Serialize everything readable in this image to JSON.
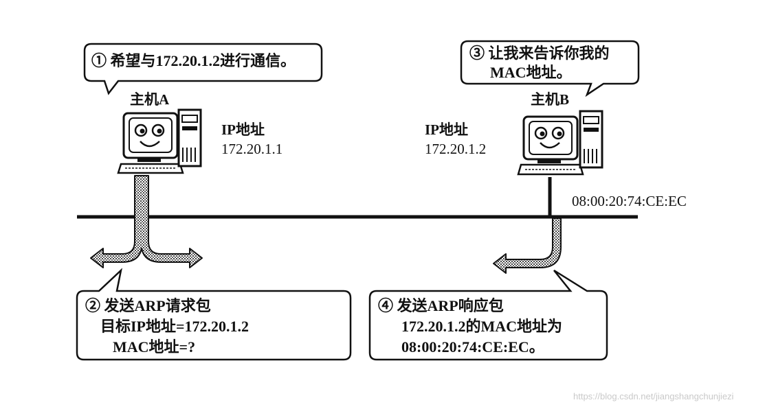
{
  "bubbles": {
    "step1": {
      "text": "① 希望与172.20.1.2进行通信。"
    },
    "step2": {
      "line1": "② 发送ARP请求包",
      "line2": "目标IP地址=172.20.1.2",
      "line3": "MAC地址=?"
    },
    "step3": {
      "line1": "③ 让我来告诉你我的",
      "line2": "MAC地址。"
    },
    "step4": {
      "line1": "④ 发送ARP响应包",
      "line2": "172.20.1.2的MAC地址为",
      "line3": "08:00:20:74:CE:EC。"
    }
  },
  "host_a": {
    "name": "主机A",
    "ip_label": "IP地址",
    "ip": "172.20.1.1"
  },
  "host_b": {
    "name": "主机B",
    "ip_label": "IP地址",
    "ip": "172.20.1.2",
    "mac": "08:00:20:74:CE:EC"
  },
  "watermark": "https://blog.csdn.net/jiangshangchunjiezi"
}
